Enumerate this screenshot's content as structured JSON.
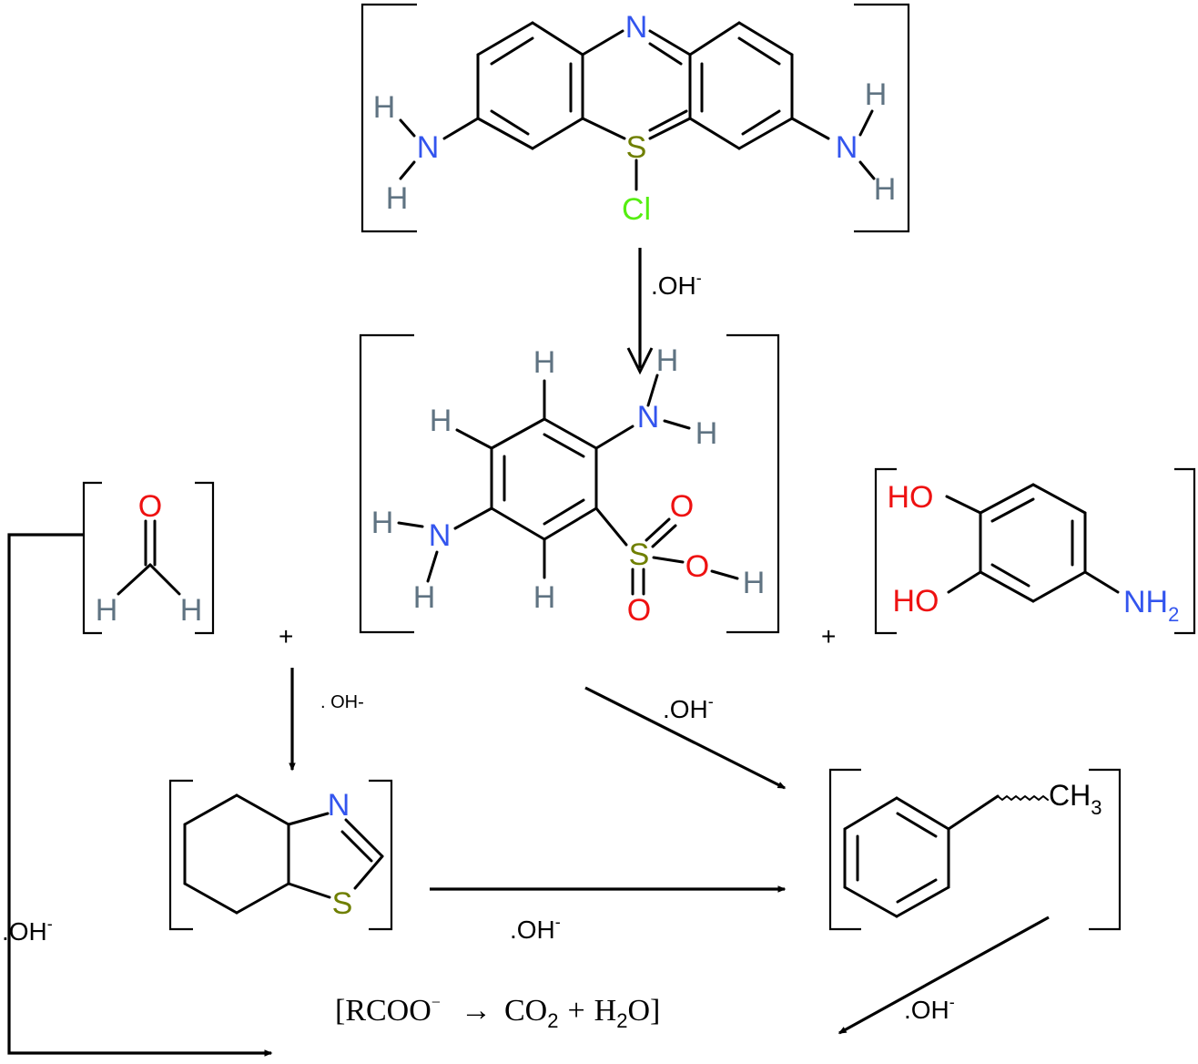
{
  "colors": {
    "N": "#3355ee",
    "H": "#5f7382",
    "S": "#6f7f00",
    "Cl": "#55ee11",
    "O": "#ee1111",
    "C": "#000000"
  },
  "atoms": {
    "N": "N",
    "H": "H",
    "S": "S",
    "Cl": "Cl",
    "O": "O",
    "HO": "HO",
    "NH": "NH",
    "two": "2",
    "CH": "CH",
    "three": "3"
  },
  "operators": {
    "plus": "+"
  },
  "labels": {
    "oh_arrow": ".OH",
    "oh_sup": "-",
    "oh_small": ". OH-"
  },
  "equation": {
    "lhs": "[RCOO",
    "lhs_sup": "−",
    "arrow": "→",
    "co": "CO",
    "co_sub": "2",
    "plus": "+",
    "h": "H",
    "h_sub": "2",
    "o_close": "O]"
  }
}
